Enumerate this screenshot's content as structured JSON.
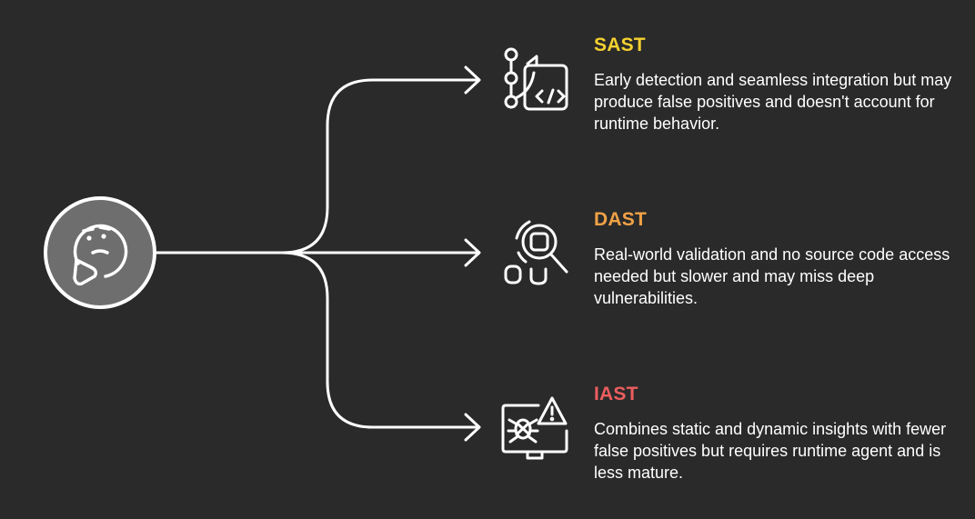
{
  "colors": {
    "background": "#2a2a2a",
    "line": "#ffffff",
    "hub_fill": "#6e6e6e",
    "sast": "#f5d130",
    "dast": "#f0a246",
    "iast": "#ec5e5e"
  },
  "hub": {
    "icon": "thinking-face-icon"
  },
  "options": [
    {
      "title": "SAST",
      "icon": "git-branch-code-icon",
      "description": "Early detection and seamless integration but may produce false positives and doesn't account for runtime behavior."
    },
    {
      "title": "DAST",
      "icon": "search-scan-icon",
      "description": "Real-world validation and no source code access needed but slower and may miss deep vulnerabilities."
    },
    {
      "title": "IAST",
      "icon": "monitor-bug-warning-icon",
      "description": "Combines static and dynamic insights with fewer false positives but requires runtime agent and is less mature."
    }
  ]
}
